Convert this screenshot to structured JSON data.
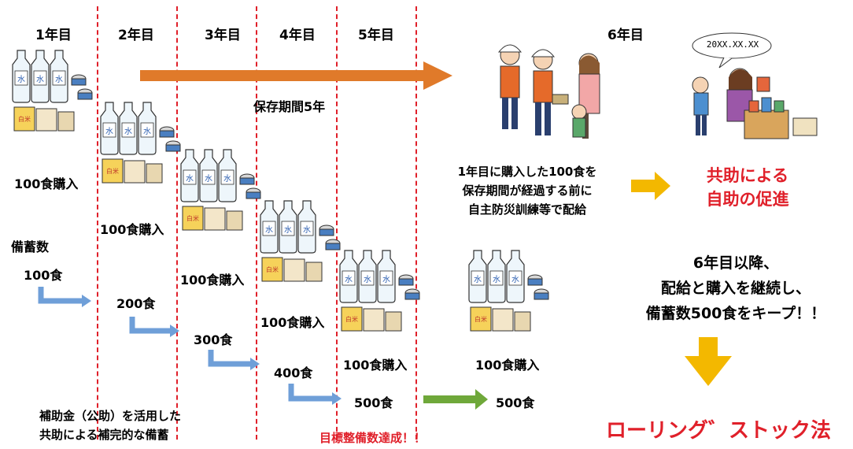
{
  "years": [
    "1年目",
    "2年目",
    "3年目",
    "4年目",
    "5年目",
    "6年目"
  ],
  "period_label": "保存期間5年",
  "purchase_label": "100食購入",
  "stock_title": "備蓄数",
  "stock_counts": [
    "100食",
    "200食",
    "300食",
    "400食",
    "500食",
    "500食"
  ],
  "food_icon_texts": {
    "water": "水",
    "rice": "白米"
  },
  "distribution_text": [
    "1年目に購入した100食を",
    "保存期間が経過する前に",
    "自主防災訓練等で配給"
  ],
  "date_bubble": "20XX.XX.XX",
  "kyojo_text": [
    "共助による",
    "自助の促進"
  ],
  "continue_text": [
    "6年目以降、",
    "配給と購入を継続し、",
    "備蓄数500食をキープ！！"
  ],
  "subsidy_text": [
    "補助金（公助）を活用した",
    "共助による補完的な備蓄"
  ],
  "target_text": "目標整備数達成！！",
  "method_text": "ローリング゛ストック法",
  "colors": {
    "red": "#e0202a",
    "orange_arrow": "#e07a2a",
    "yellow_arrow": "#f3b800",
    "blue_arrow": "#6f9fd8",
    "green_arrow": "#6fa83a"
  }
}
